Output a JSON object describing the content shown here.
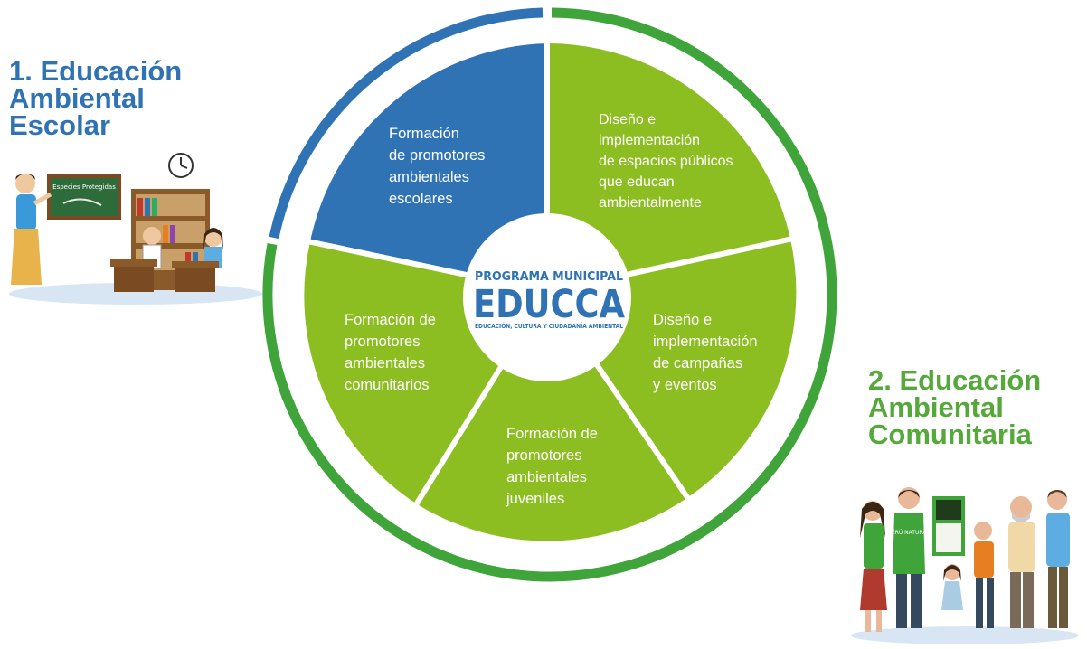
{
  "headings": {
    "escolar": [
      "1. Educación",
      "Ambiental",
      "Escolar"
    ],
    "comunitaria": [
      "2. Educación",
      "Ambiental",
      "Comunitaria"
    ]
  },
  "logo": {
    "top": "PROGRAMA MUNICIPAL",
    "main": "EDUCCA",
    "tagline": "EDUCACIÓN, CULTURA Y CIUDADANÍA AMBIENTAL"
  },
  "segments": [
    {
      "lines": [
        "Formación",
        "de promotores",
        "ambientales",
        "escolares"
      ]
    },
    {
      "lines": [
        "Diseño e",
        "implementación",
        "de espacios públicos",
        "que educan",
        "ambientalmente"
      ]
    },
    {
      "lines": [
        "Diseño e",
        "implementación",
        "de campañas",
        "y eventos"
      ]
    },
    {
      "lines": [
        "Formación de",
        "promotores",
        "ambientales",
        "juveniles"
      ]
    },
    {
      "lines": [
        "Formación de",
        "promotores",
        "ambientales",
        "comunitarios"
      ]
    }
  ],
  "illustrations": {
    "chalkboard": "Especies Protegidas",
    "vest_text": "PERÚ NATURAL"
  },
  "colors": {
    "school_blue": "#2f73b5",
    "segment_green": "#8cbe22",
    "ring_green": "#3fa43a",
    "heading_green": "#55a83a"
  }
}
